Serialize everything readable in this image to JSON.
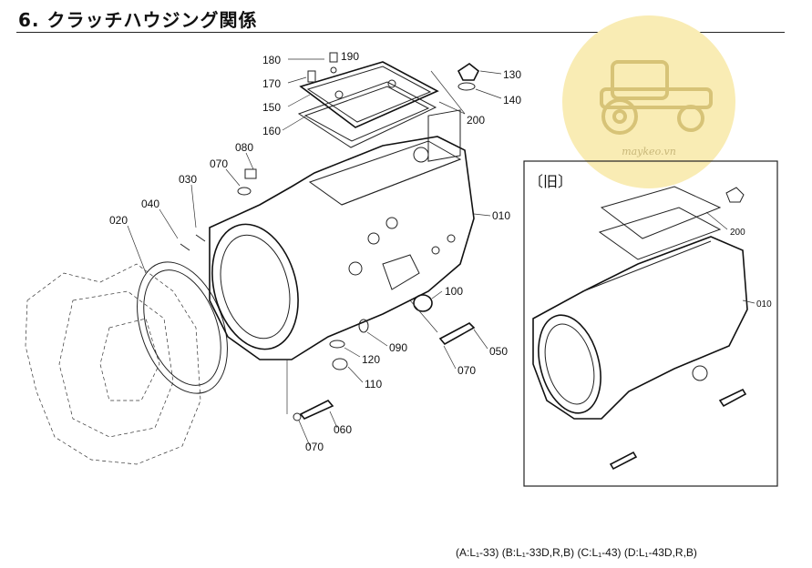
{
  "title": "6. クラッチハウジング関係",
  "footer": "(A:L₁-33) (B:L₁-33D,R,B) (C:L₁-43) (D:L₁-43D,R,B)",
  "old_label": "〔旧〕",
  "watermark": {
    "text": "maykeo.vn",
    "color": "#f7e7a6",
    "icon": "tractor-icon"
  },
  "parts": [
    "180",
    "190",
    "170",
    "130",
    "140",
    "150",
    "160",
    "200",
    "080",
    "070",
    "030",
    "040",
    "020",
    "010",
    "100",
    "090",
    "050",
    "120",
    "110",
    "060"
  ],
  "main_labels": {
    "p180": "180",
    "p190": "190",
    "p170": "170",
    "p130": "130",
    "p140": "140",
    "p150": "150",
    "p160": "160",
    "p200": "200",
    "p080": "080",
    "p070a": "070",
    "p030": "030",
    "p040": "040",
    "p020": "020",
    "p010": "010",
    "p100": "100",
    "p090": "090",
    "p050": "050",
    "p070b": "070",
    "p120": "120",
    "p110": "110",
    "p060": "060",
    "p070c": "070"
  },
  "old_labels": {
    "p200": "200",
    "p010": "010"
  }
}
